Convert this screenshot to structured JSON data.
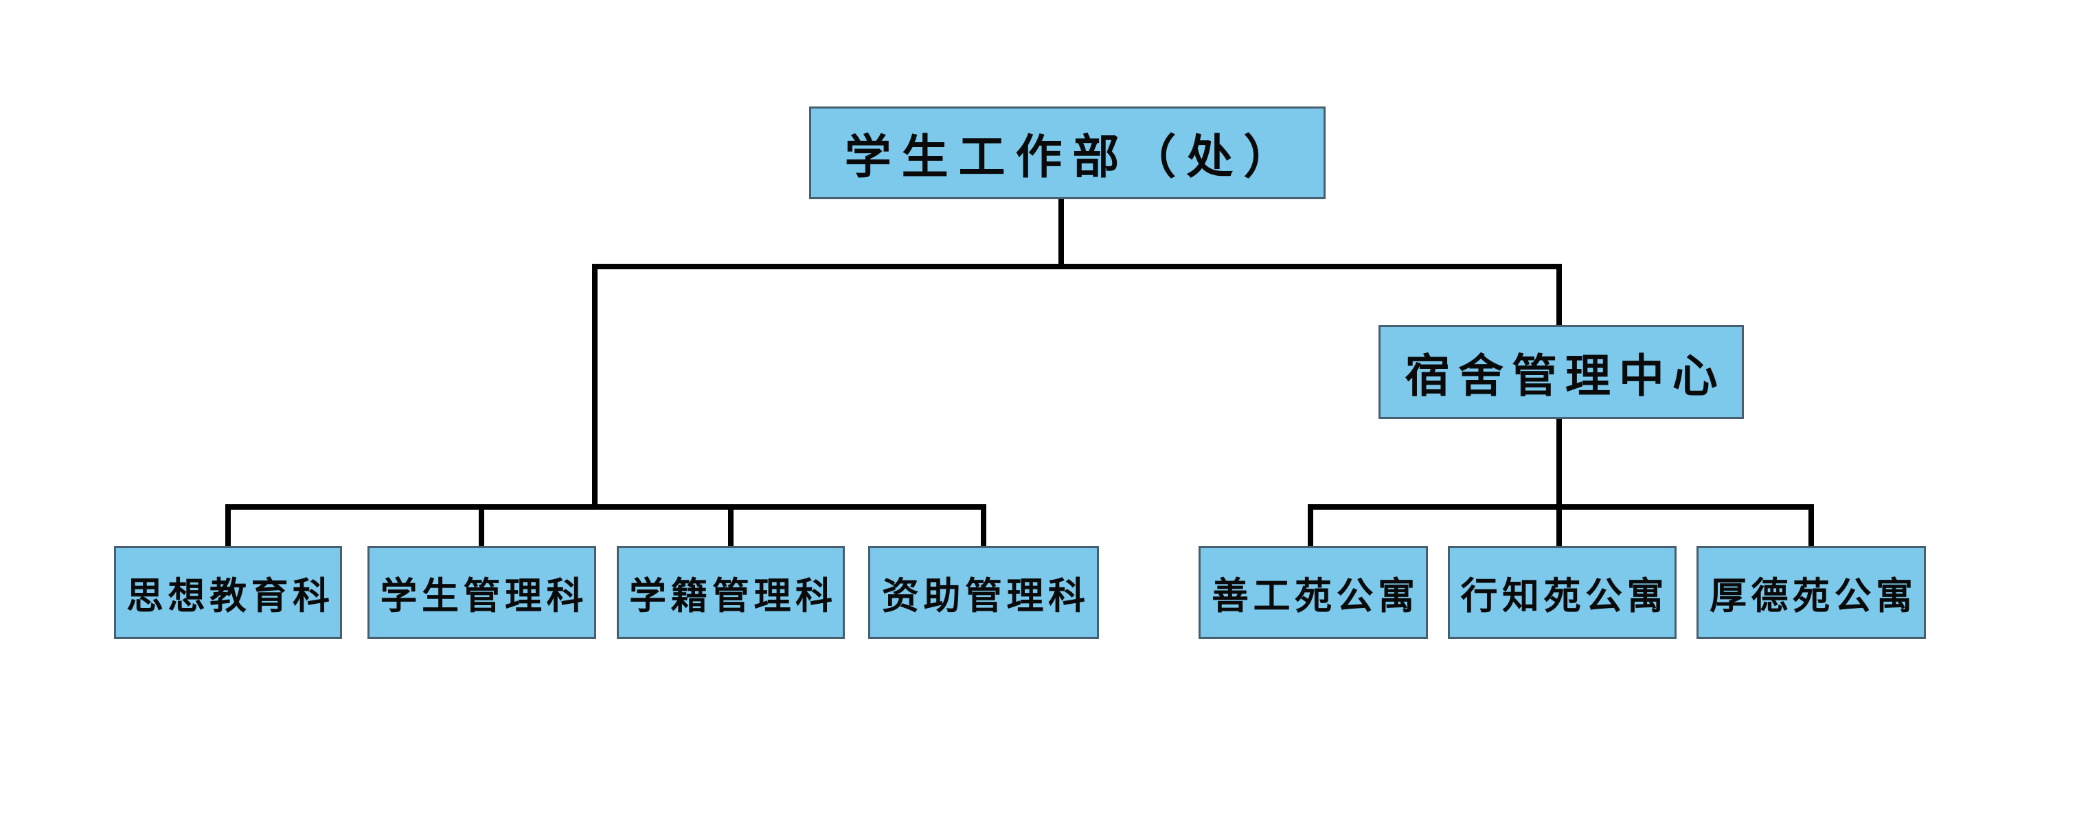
{
  "nodes": {
    "root": {
      "label": "学生工作部（处）"
    },
    "dorm": {
      "label": "宿舍管理中心"
    },
    "d1": {
      "label": "思想教育科"
    },
    "d2": {
      "label": "学生管理科"
    },
    "d3": {
      "label": "学籍管理科"
    },
    "d4": {
      "label": "资助管理科"
    },
    "a1": {
      "label": "善工苑公寓"
    },
    "a2": {
      "label": "行知苑公寓"
    },
    "a3": {
      "label": "厚德苑公寓"
    }
  },
  "structure": {
    "root": "学生工作部（处）",
    "root_children_left": [
      "思想教育科",
      "学生管理科",
      "学籍管理科",
      "资助管理科"
    ],
    "root_children_right": [
      {
        "label": "宿舍管理中心",
        "children": [
          "善工苑公寓",
          "行知苑公寓",
          "厚德苑公寓"
        ]
      }
    ]
  },
  "colors": {
    "box_fill": "#7dc9ec",
    "box_border": "#47606f",
    "line": "#000000",
    "text": "#0a0a0a",
    "background": "#ffffff"
  }
}
